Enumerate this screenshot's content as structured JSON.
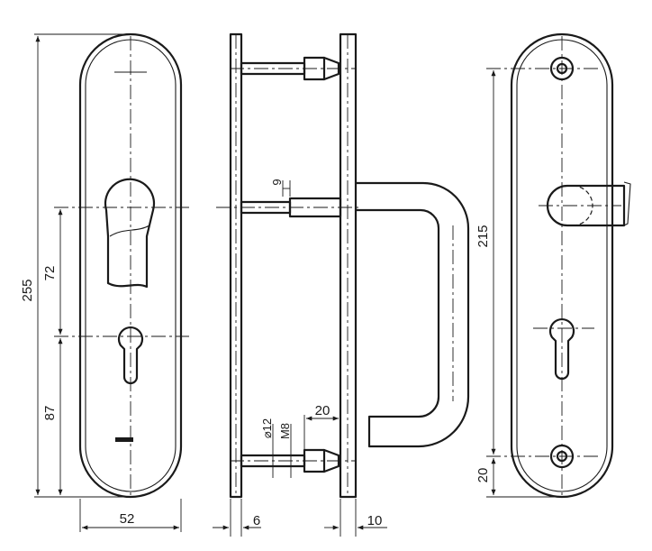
{
  "dimensions": {
    "front_height": "255",
    "front_upper": "72",
    "front_lower": "87",
    "front_width": "52",
    "side_plate": "6",
    "side_plate2": "10",
    "screw_head": "9",
    "bolt_dia": "12",
    "thread": "M8",
    "bolt_len": "20",
    "back_spacing": "215",
    "back_bottom": "20"
  },
  "colors": {
    "line": "#1a1a1a",
    "background": "#ffffff"
  }
}
